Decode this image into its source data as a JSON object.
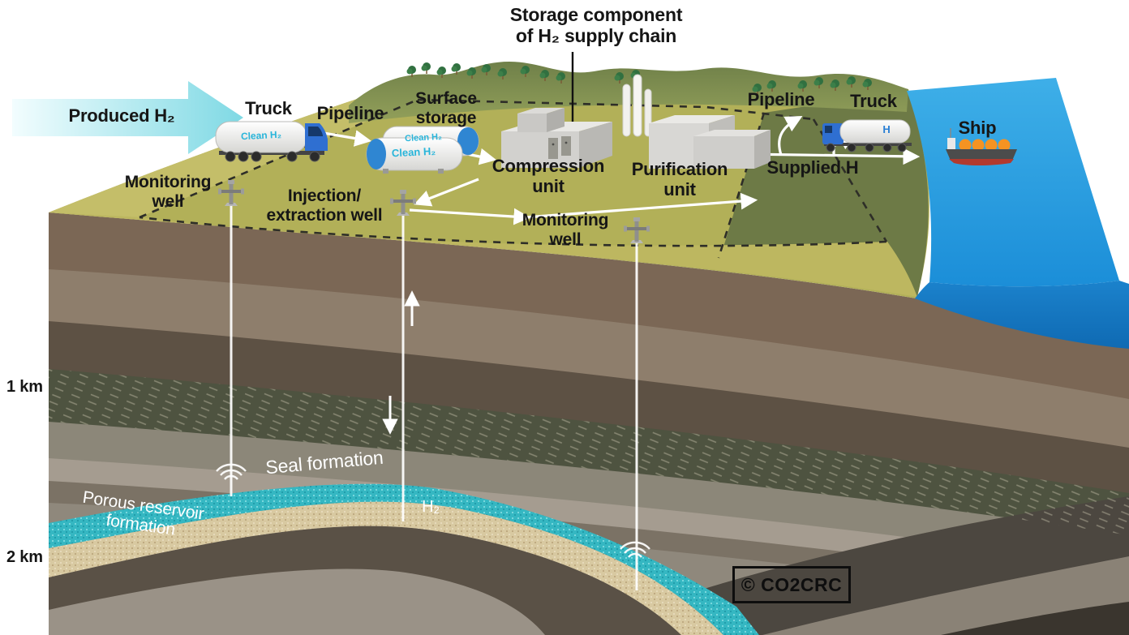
{
  "title": {
    "line1": "Storage component",
    "line2": "of H₂ supply chain"
  },
  "flow": {
    "produced_h2": "Produced H₂",
    "supplied_h": "Supplied H"
  },
  "surface": {
    "truck_left": "Truck",
    "pipeline_left": "Pipeline",
    "surface_storage_line1": "Surface",
    "surface_storage_line2": "storage",
    "compression_line1": "Compression",
    "compression_line2": "unit",
    "purification_line1": "Purification",
    "purification_line2": "unit",
    "pipeline_right": "Pipeline",
    "truck_right": "Truck",
    "ship": "Ship"
  },
  "wells": {
    "monitoring_left_line1": "Monitoring",
    "monitoring_left_line2": "well",
    "injection_line1": "Injection/",
    "injection_line2": "extraction well",
    "monitoring_center_line1": "Monitoring",
    "monitoring_center_line2": "well"
  },
  "subsurface": {
    "seal_formation": "Seal formation",
    "porous_line1": "Porous reservoir",
    "porous_line2": "formation",
    "h2_stored": "H₂",
    "depth_1km": "1 km",
    "depth_2km": "2 km"
  },
  "vehicle_text": {
    "clean_h2": "Clean H₂",
    "truck_h": "H"
  },
  "watermark": "© CO2CRC",
  "colors": {
    "produced_arrow": "#7fd9e4",
    "ocean_top": "#2aa3e2",
    "ocean_front": "#1274be",
    "surface_main": "#b2b058",
    "surface_dark_zone": "#6d7947",
    "reservoir": "#35b7c2",
    "sand_layer": "#d8c9a1"
  }
}
